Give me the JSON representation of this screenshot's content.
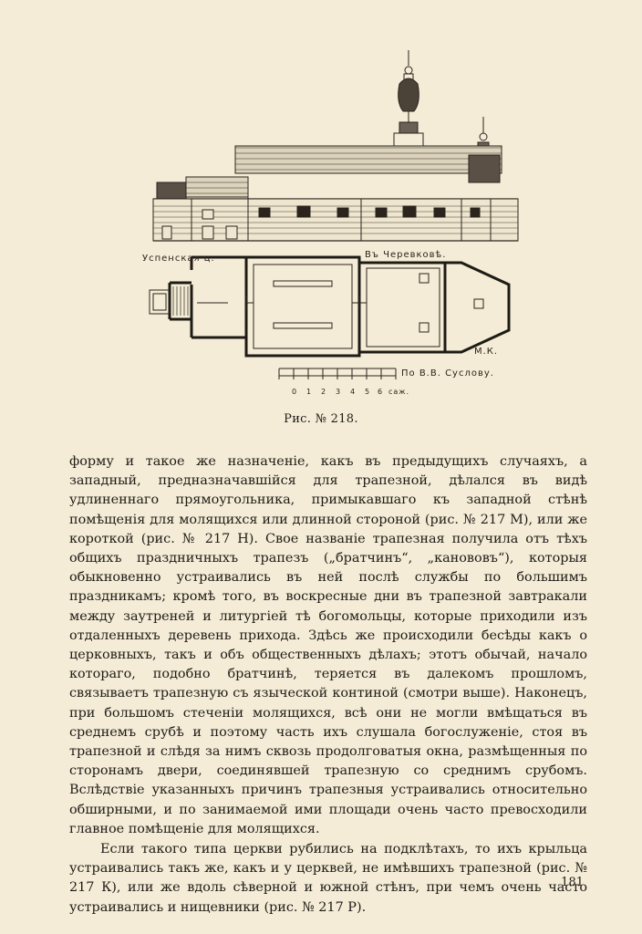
{
  "figure": {
    "labels": {
      "left": "Успенская ц.",
      "right": "Въ Черевковѣ.",
      "author": "По В.В. Суслову.",
      "initials": "М.К.",
      "scale_numbers": [
        "0",
        "1",
        "2",
        "3",
        "4",
        "5",
        "6"
      ],
      "scale_unit": "саж."
    },
    "caption": "Рис. № 218."
  },
  "paragraphs": [
    "форму и такое же назначеніе, какъ въ предыдущихъ случаяхъ, а западный, предназначавшійся для трапезной, дѣлался въ видѣ удлиненнаго прямоугольника, примыкавшаго къ западной стѣнѣ помѣщенія для молящихся или длинной стороной (рис. № 217 М), или же короткой (рис. № 217 Н). Свое названіе трапезная получила отъ тѣхъ общихъ праздничныхъ трапезъ („братчинъ“, „канововъ“), которыя обыкновенно устраивались въ ней послѣ службы по большимъ праздникамъ; кромѣ того, въ воскресные дни въ трапезной завтракали между заутреней и литургіей тѣ богомольцы, которые приходили изъ отдаленныхъ деревень прихода. Здѣсь же происходили бесѣды какъ о церковныхъ, такъ и объ общественныхъ дѣлахъ; этотъ обычай, начало котораго, подобно братчинѣ, теряется въ далекомъ прошломъ, связываетъ трапезную съ языческой континой (смотри выше). Наконецъ, при большомъ стеченіи молящихся, всѣ они не могли вмѣщаться въ среднемъ срубѣ и поэтому часть ихъ слушала богослуженіе, стоя въ трапезной и слѣдя за нимъ сквозь продолговатыя окна, размѣщенныя по сторонамъ двери, соединявшей трапезную со среднимъ срубомъ. Вслѣдствіе указанныхъ причинъ трапезныя устраивались относительно обширными, и по занимаемой ими площади очень часто превосходили главное помѣщеніе для молящихся.",
    "Если такого типа церкви рубились на подклѣтахъ, то ихъ крыльца устраивались такъ же, какъ и у церквей, не имѣвшихъ трапезной (рис. № 217 К), или же вдоль сѣверной и южной стѣнъ, при чемъ очень часто устраивались и нищевники (рис. № 217 Р)."
  ],
  "page_number": "181"
}
